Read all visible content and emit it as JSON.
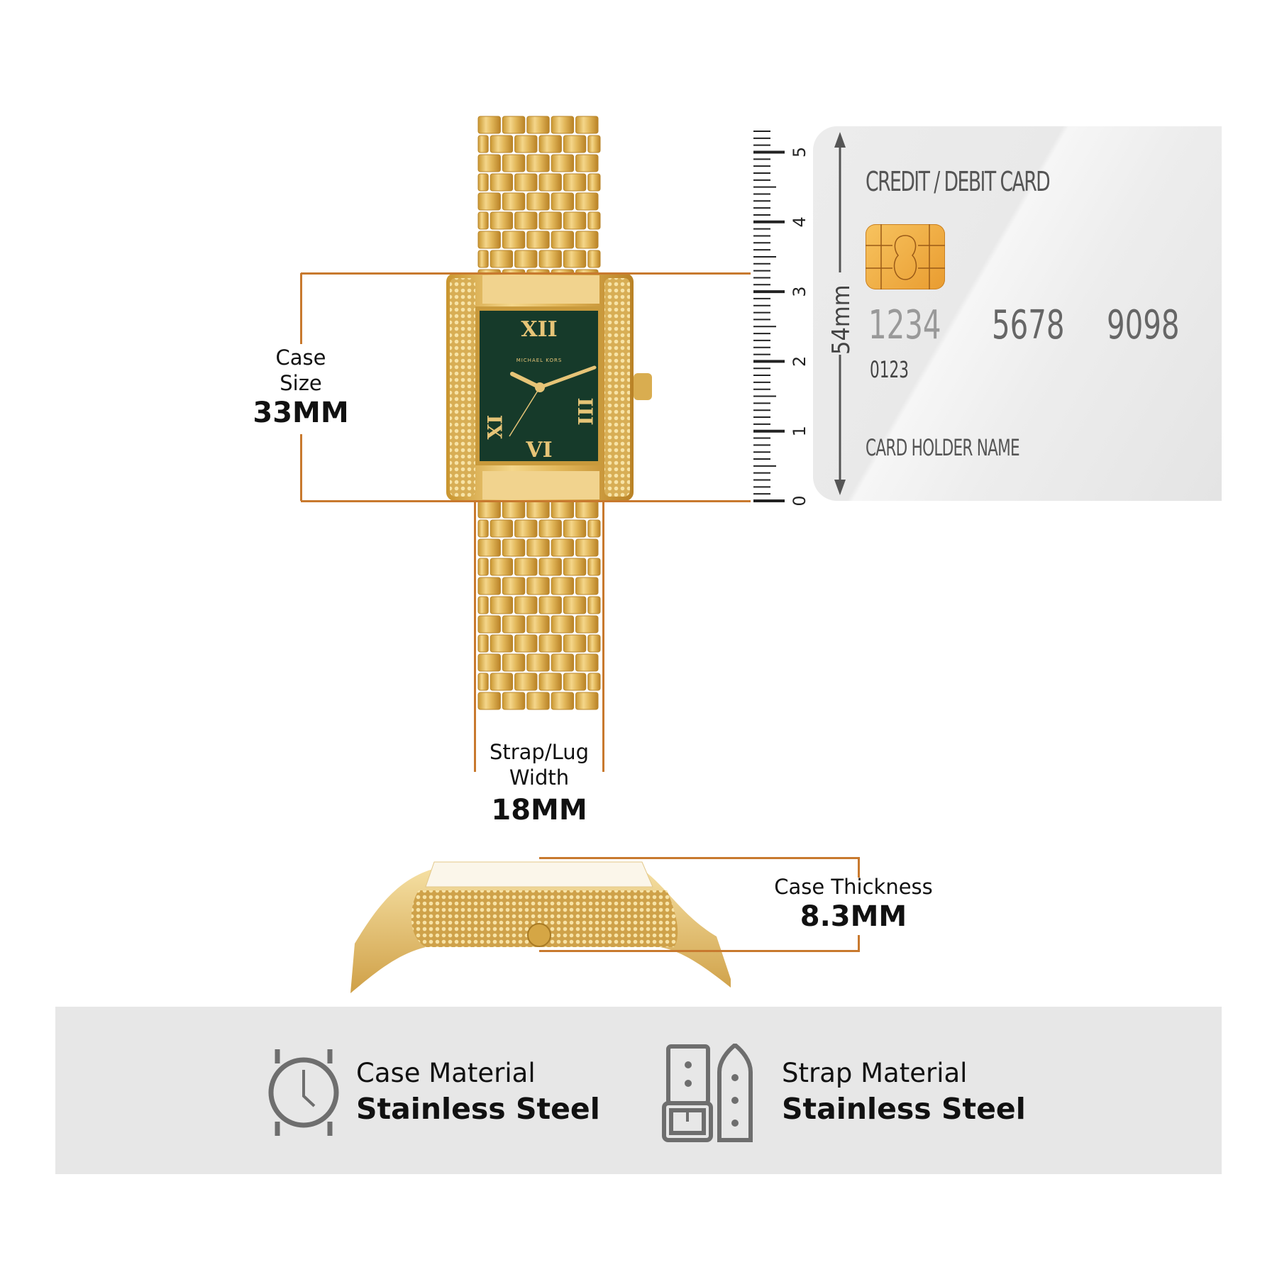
{
  "dimensions": {
    "case_size": {
      "label_line1": "Case",
      "label_line2": "Size",
      "value": "33MM"
    },
    "strap_width": {
      "label_line1": "Strap/Lug",
      "label_line2": "Width",
      "value": "18MM"
    },
    "case_thickness": {
      "label": "Case Thickness",
      "value": "8.3MM"
    }
  },
  "ruler": {
    "labels": [
      "0",
      "1",
      "2",
      "3",
      "4",
      "5"
    ],
    "unit_mm_per_label": 10
  },
  "card": {
    "title": "CREDIT / DEBIT CARD",
    "height_label": "54mm",
    "number_groups": [
      "1234",
      "5678",
      "9098"
    ],
    "small_number": "0123",
    "holder": "CARD HOLDER NAME"
  },
  "watch": {
    "brand_logo": "MICHAEL KORS",
    "numerals": {
      "top": "XII",
      "bottom": "VI",
      "left": "IX",
      "right": "III"
    },
    "colors": {
      "gold": "#e0b65a",
      "dial": "#163a2a"
    }
  },
  "materials": [
    {
      "label": "Case Material",
      "value": "Stainless Steel",
      "icon": "watch-icon"
    },
    {
      "label": "Strap Material",
      "value": "Stainless Steel",
      "icon": "strap-icon"
    }
  ],
  "colors": {
    "accent_line": "#c8792e",
    "band_bg": "#e7e7e7",
    "icon_gray": "#6e6e6e"
  }
}
